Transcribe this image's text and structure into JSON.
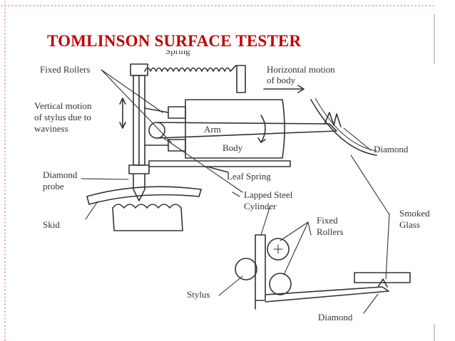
{
  "slide": {
    "title": "TOMLINSON SURFACE TESTER"
  },
  "colors": {
    "title": "#c00000",
    "border_dots": "#f0a0a0",
    "line": "#333333"
  },
  "diagram": {
    "labels": {
      "spring_partial": "Spring",
      "fixed_rollers_top": "Fixed Rollers",
      "horizontal_motion_l1": "Horizontal motion",
      "horizontal_motion_l2": "of body",
      "vertical_motion_l1": "Vertical motion",
      "vertical_motion_l2": "of stylus due to",
      "vertical_motion_l3": "waviness",
      "arm": "Arm",
      "body": "Body",
      "diamond_right": "Diamond",
      "leaf_spring": "Leaf Spring",
      "diamond_probe_l1": "Diamond",
      "diamond_probe_l2": "probe",
      "lapped_l1": "Lapped Steel",
      "lapped_l2": "Cylinder",
      "skid": "Skid",
      "smoked_l1": "Smoked",
      "smoked_l2": "Glass",
      "fixed_rollers_l1": "Fixed",
      "fixed_rollers_l2": "Rollers",
      "stylus": "Stylus",
      "diamond_bottom": "Diamond"
    }
  }
}
